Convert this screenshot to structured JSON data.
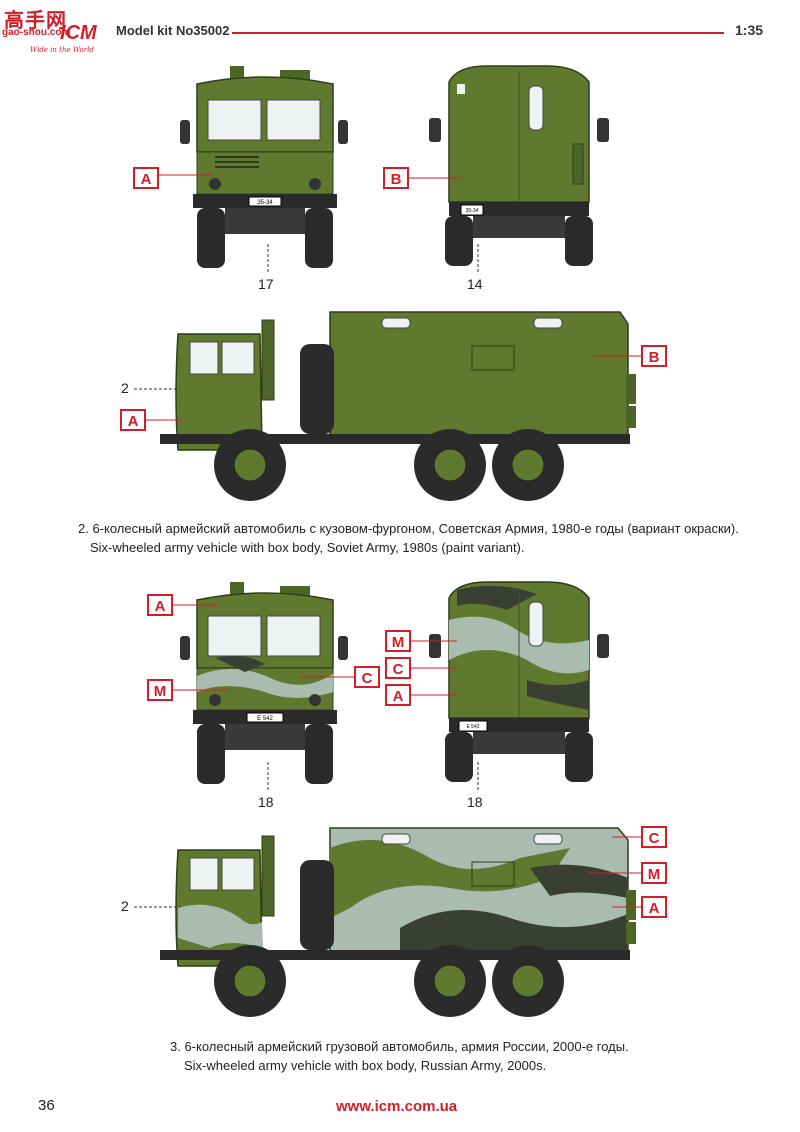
{
  "header": {
    "logo_chinese": "高手网",
    "logo_site": "gao-shou.com",
    "logo_brand": "ICM",
    "logo_slogan": "Wide in the World",
    "title": "Model kit No35002",
    "scale": "1:35"
  },
  "colors": {
    "accent": "#d11f2a",
    "olive_green": "#5f7a2e",
    "dark_green": "#4b6627",
    "camo_light": "#a9bcb0",
    "camo_dark": "#3a3f34"
  },
  "variant2": {
    "labels": {
      "front_a": "A",
      "rear_b": "B",
      "side_a": "A",
      "side_b": "B"
    },
    "refs": {
      "front": "17",
      "rear": "14",
      "side": "2"
    },
    "plates": {
      "front": "35-34",
      "rear": "35-34"
    },
    "caption_ru": "2. 6-колесный армейский автомобиль с кузовом-фургоном, Советская Армия, 1980-е годы (вариант окраски).",
    "caption_en": "Six-wheeled army vehicle with box body, Soviet Army, 1980s (paint variant)."
  },
  "variant3": {
    "labels": {
      "front_a": "A",
      "front_m": "M",
      "front_c": "C",
      "rear_m": "M",
      "rear_c": "C",
      "rear_a": "A",
      "side_c": "C",
      "side_m": "M",
      "side_a": "A"
    },
    "refs": {
      "front": "18",
      "rear": "18",
      "side": "2"
    },
    "plates": {
      "front": "E 542",
      "rear": "E 542"
    },
    "caption_ru": "3. 6-колесный армейский грузовой автомобиль, армия России, 2000-е годы.",
    "caption_en": "Six-wheeled army vehicle with box body, Russian Army, 2000s."
  },
  "footer": {
    "page_number": "36",
    "url": "www.icm.com.ua"
  }
}
